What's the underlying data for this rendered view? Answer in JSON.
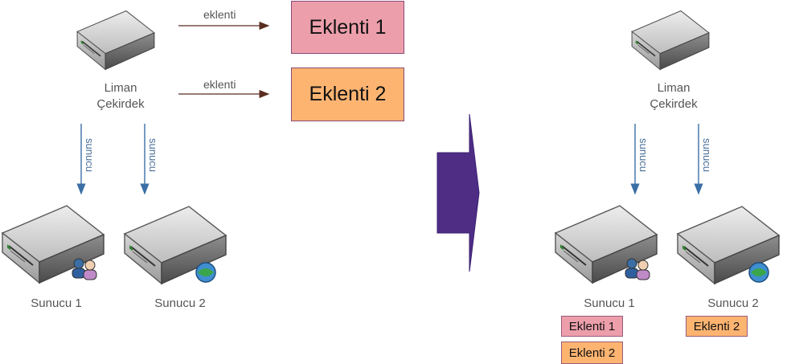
{
  "left": {
    "core_label_line1": "Liman",
    "core_label_line2": "Çekirdek",
    "edge_label_1": "eklenti",
    "edge_label_2": "eklenti",
    "plugin_1": "Eklenti 1",
    "plugin_2": "Eklenti 2",
    "serve_label_1": "sunucu",
    "serve_label_2": "sunucu",
    "server_1": "Sunucu 1",
    "server_2": "Sunucu 2"
  },
  "right": {
    "core_label_line1": "Liman",
    "core_label_line2": "Çekirdek",
    "serve_label_1": "sunucu",
    "serve_label_2": "sunucu",
    "server_1": "Sunucu 1",
    "server_2": "Sunucu 2",
    "server1_tags": [
      "Eklenti 1",
      "Eklenti 2"
    ],
    "server2_tags": [
      "Eklenti 2"
    ]
  },
  "colors": {
    "plugin1": "#ec9fab",
    "plugin2": "#fdb471",
    "transform_arrow": "#4f2d85",
    "serve_arrow": "#3a6ea5",
    "edge_arrow": "#5a2e20"
  },
  "icons": {
    "core": "server-icon",
    "server1": "server-users-icon",
    "server2": "server-globe-icon"
  }
}
